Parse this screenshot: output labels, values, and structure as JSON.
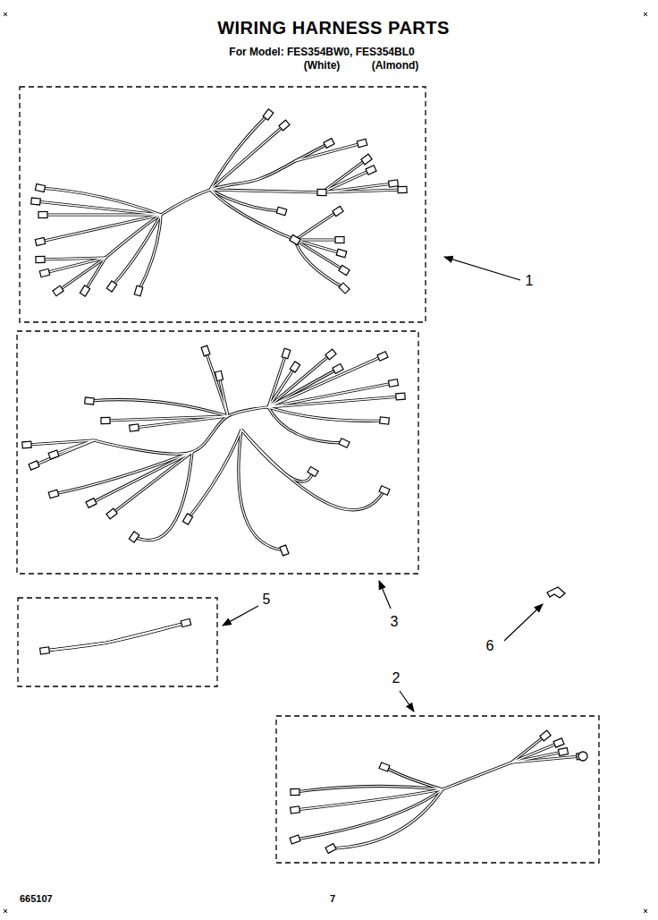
{
  "diagram": {
    "title": "WIRING HARNESS PARTS",
    "labels": [
      "For Model: FES354BW0, FES354BL0",
      "(White)",
      "(Almond)",
      "1",
      "3",
      "5",
      "6",
      "2",
      "665107",
      "7"
    ]
  }
}
